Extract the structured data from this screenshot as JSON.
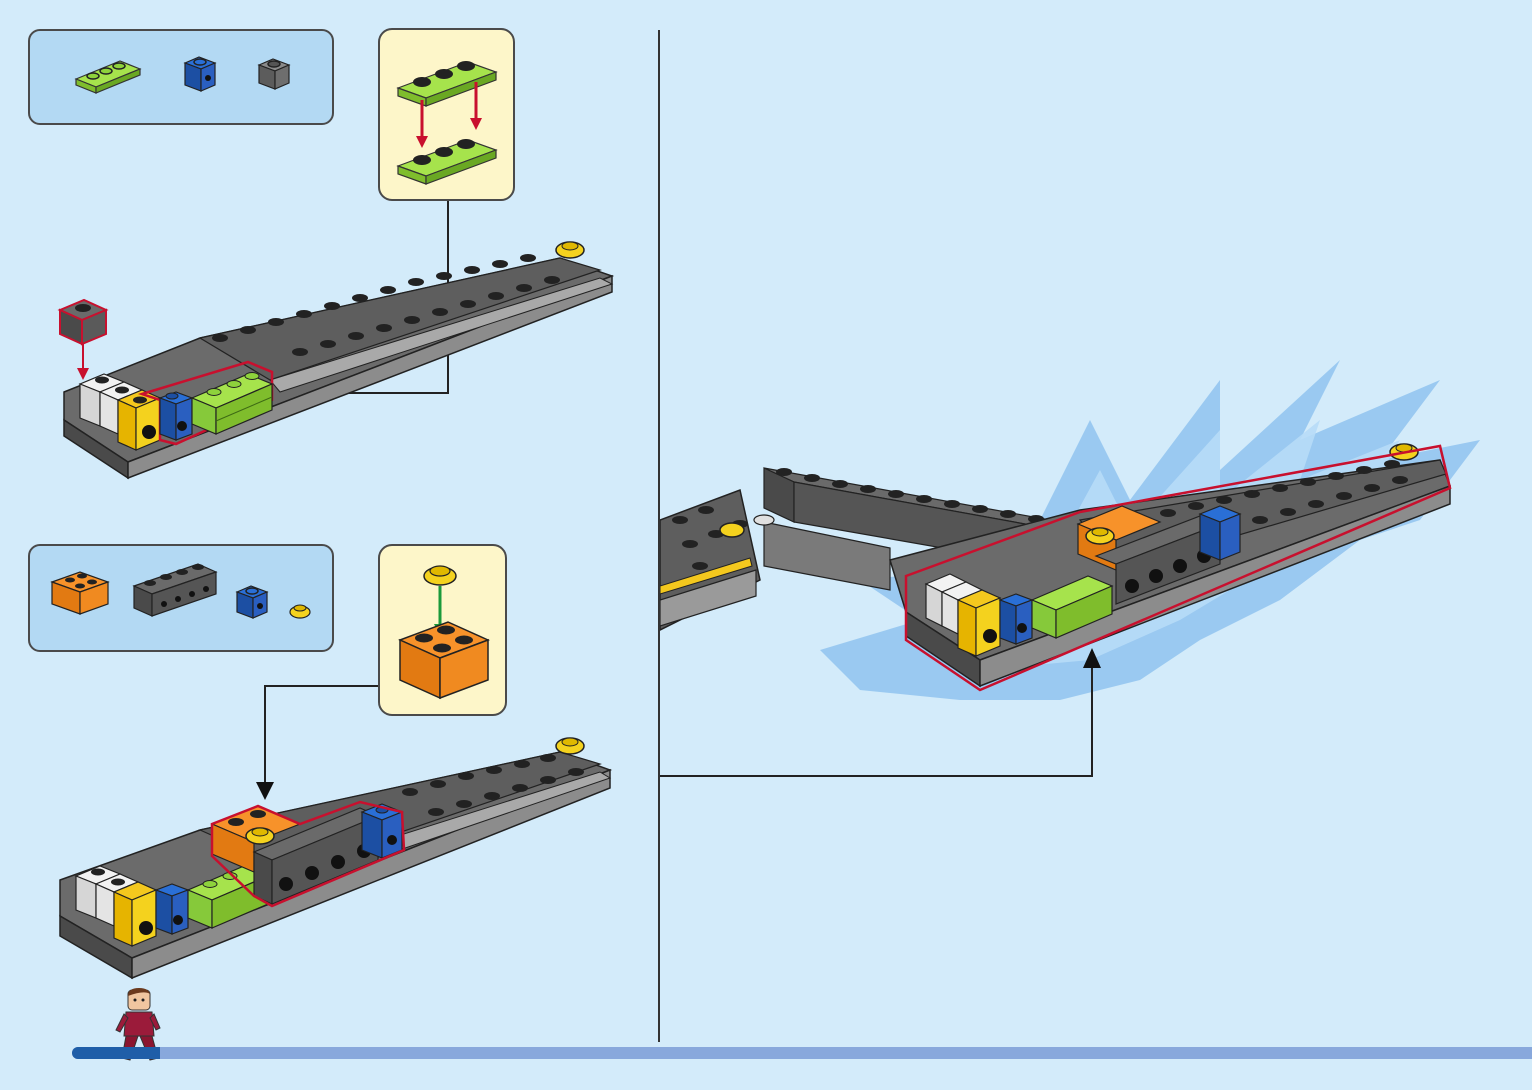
{
  "instructions": {
    "panels": [
      {
        "id": "step-a",
        "parts": [
          "lime-plate-1x3",
          "blue-brick-1x1",
          "dark-gray-brick-1x1"
        ]
      },
      {
        "id": "step-b",
        "parts": [
          "orange-brick-2x2",
          "dark-gray-technic-brick-1x4",
          "blue-brick-1x1",
          "yellow-round-plate-1x1"
        ]
      }
    ],
    "progress": {
      "fraction": 0.06
    },
    "colors": {
      "background": "#d3ebfa",
      "parts_box": "#b3d9f3",
      "callout": "#fdf6c9",
      "highlight": "#c8102e",
      "progress_fill": "#1f5ea8",
      "progress_track": "#88a8dc",
      "burst": "#8fc3ef"
    }
  }
}
